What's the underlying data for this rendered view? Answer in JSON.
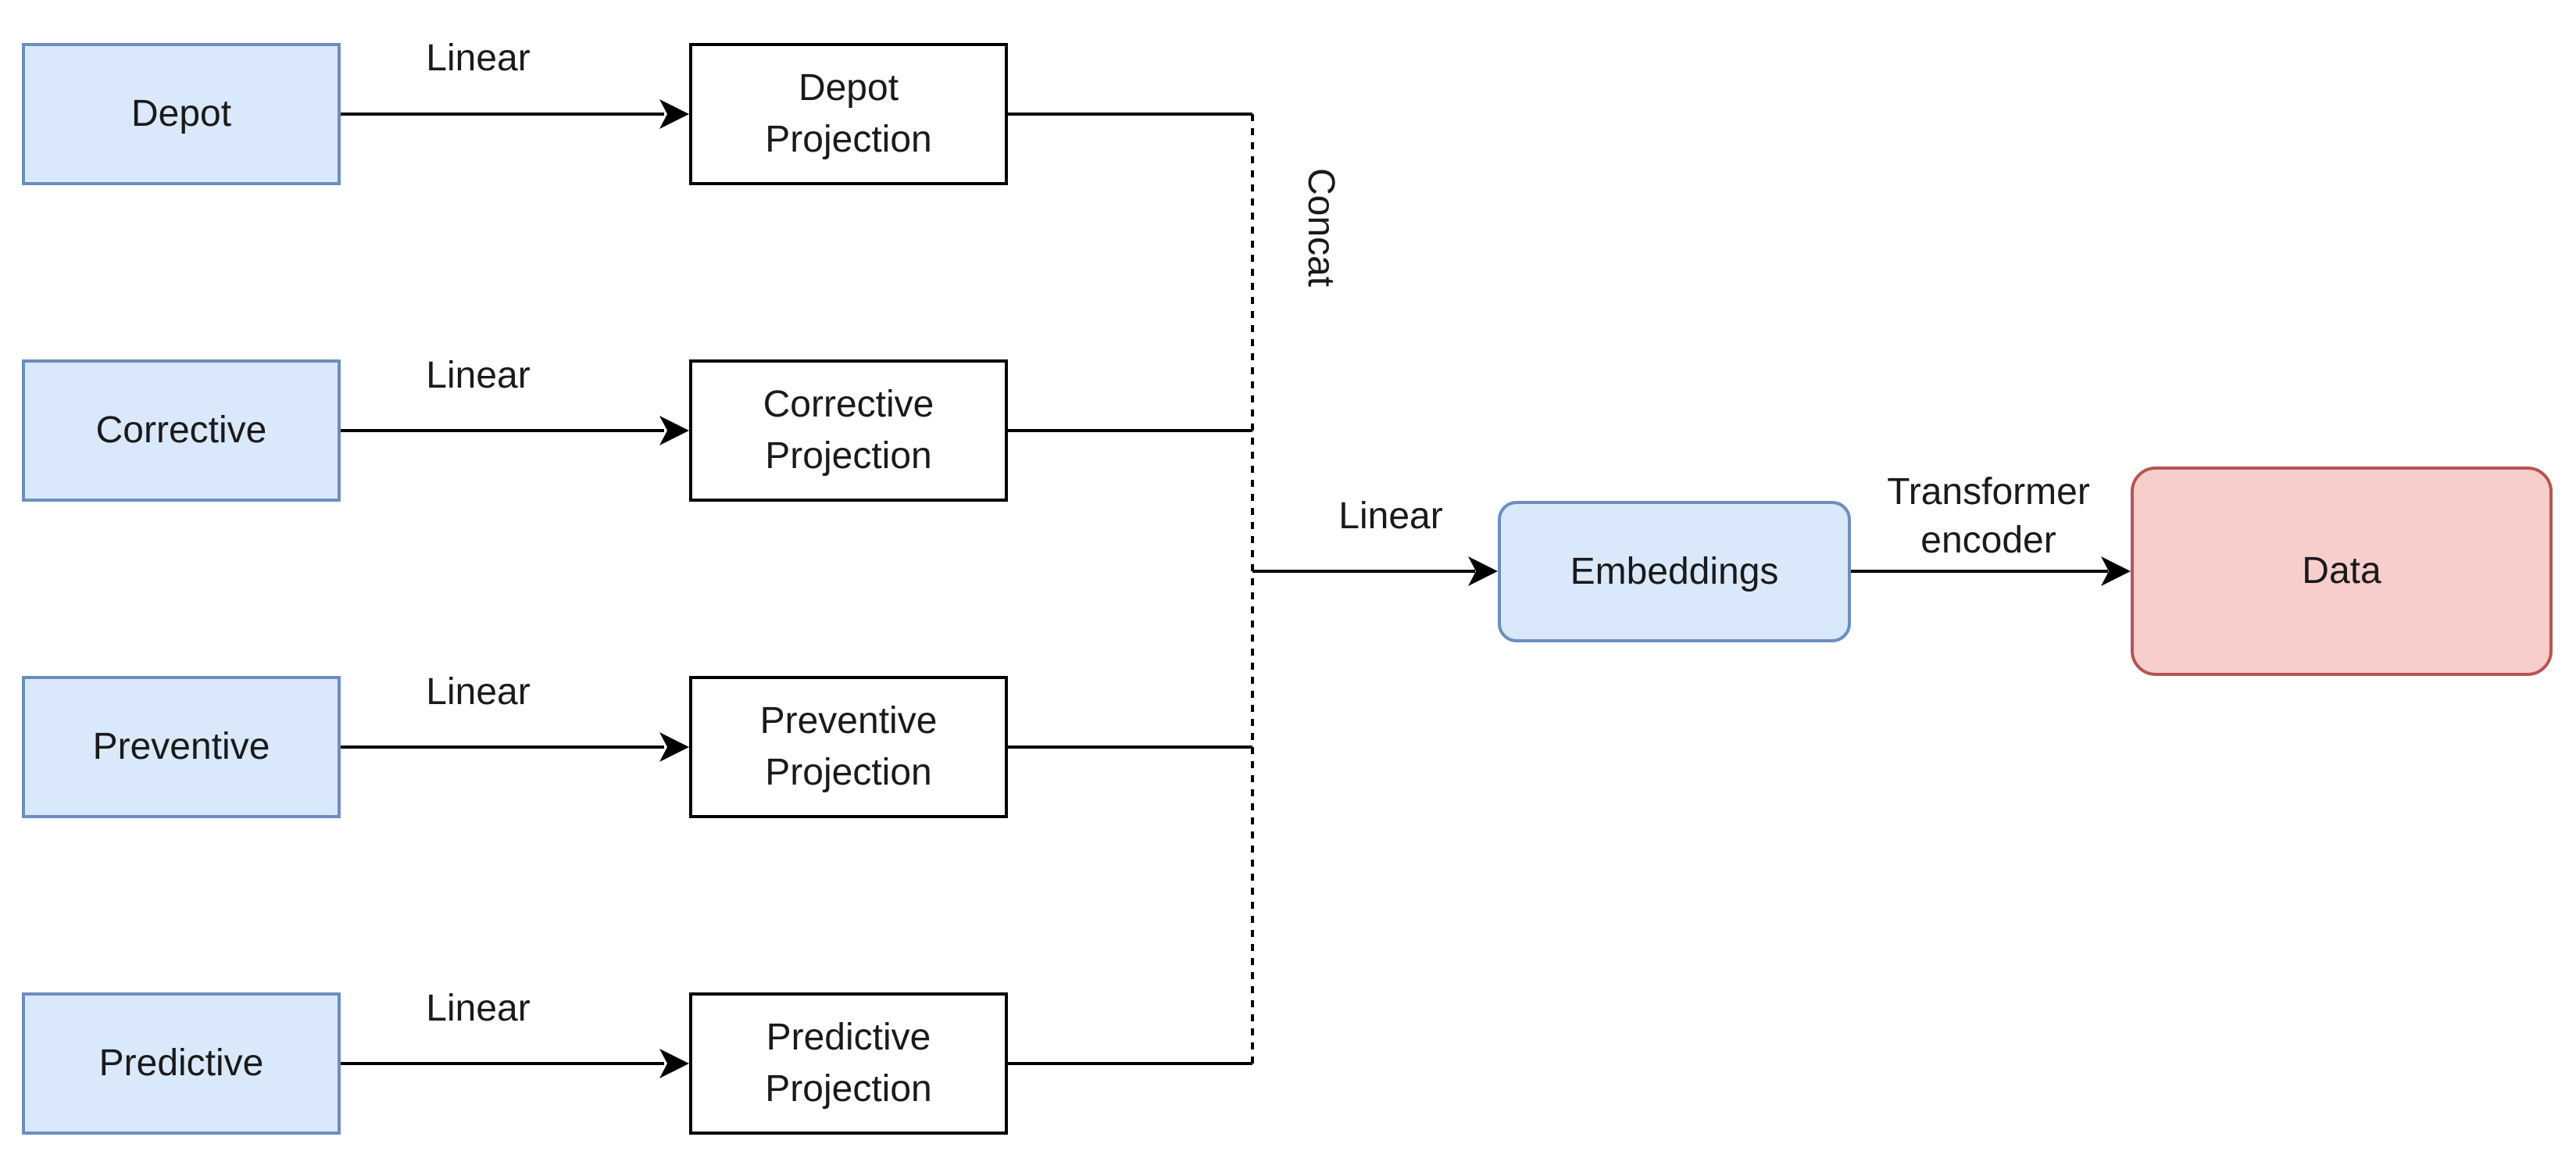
{
  "inputs": [
    {
      "label": "Depot",
      "edge_label": "Linear",
      "projection": [
        "Depot",
        "Projection"
      ]
    },
    {
      "label": "Corrective",
      "edge_label": "Linear",
      "projection": [
        "Corrective",
        "Projection"
      ]
    },
    {
      "label": "Preventive",
      "edge_label": "Linear",
      "projection": [
        "Preventive",
        "Projection"
      ]
    },
    {
      "label": "Predictive",
      "edge_label": "Linear",
      "projection": [
        "Predictive",
        "Projection"
      ]
    }
  ],
  "concat_label": "Concat",
  "to_embeddings_label": "Linear",
  "embeddings_label": "Embeddings",
  "encoder_label": [
    "Transformer",
    "encoder"
  ],
  "output_label": "Data",
  "colors": {
    "input_fill": "#dae8fc",
    "input_stroke": "#6c8ebf",
    "output_fill": "#f8cecc",
    "output_stroke": "#b85450"
  }
}
